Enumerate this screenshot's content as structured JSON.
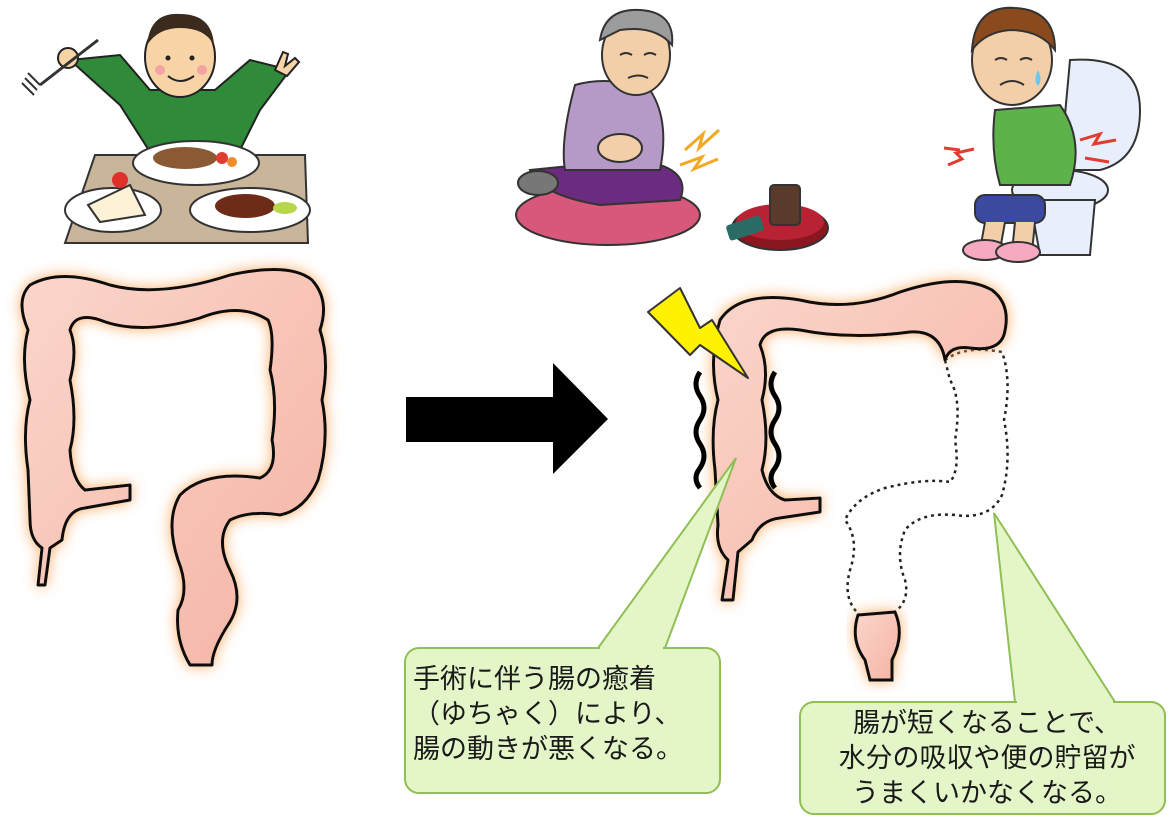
{
  "callouts": {
    "adhesion": {
      "line1": "手術に伴う腸の癒着",
      "line2": "（ゆちゃく）により、",
      "line3": "腸の動きが悪くなる。"
    },
    "short_bowel": {
      "line1": "腸が短くなることで、",
      "line2": "水分の吸収や便の貯留が",
      "line3": "うまくいかなくなる。"
    }
  },
  "colors": {
    "intestine_fill": "#f7c8bc",
    "intestine_glow": "#f9a55a",
    "callout_fill": "#e4f5c8",
    "callout_border": "#8fbf55",
    "arrow": "#000000",
    "lightning": "#fff200"
  },
  "icons": [
    "eating-man-illustration",
    "stomach-ache-elderly-woman-illustration",
    "toilet-boy-illustration",
    "lightning-icon",
    "right-arrow-icon"
  ]
}
